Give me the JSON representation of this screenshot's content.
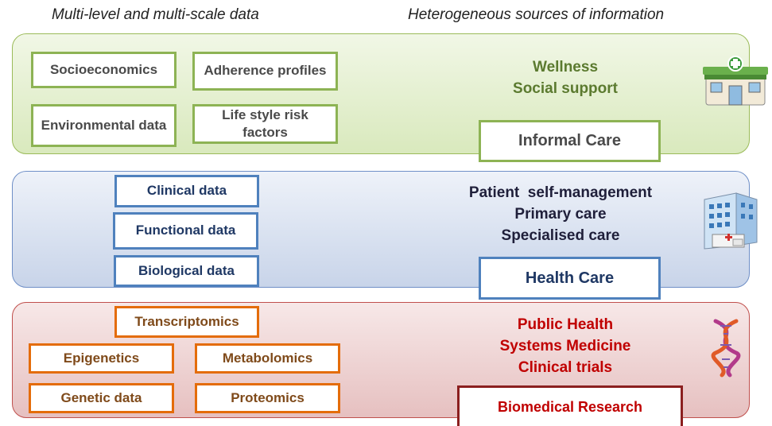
{
  "headings": {
    "left": "Multi-level and multi-scale data",
    "right": "Heterogeneous sources of information"
  },
  "bands": {
    "informal": {
      "data_boxes": [
        "Socioeconomics",
        "Adherence profiles",
        "Environmental data",
        "Life style risk factors"
      ],
      "sources": [
        "Wellness",
        "Social support"
      ],
      "care_label": "Informal Care",
      "icon": "pharmacy-building-icon"
    },
    "health": {
      "data_boxes": [
        "Clinical data",
        "Functional data",
        "Biological data"
      ],
      "sources": [
        "Patient  self-management",
        "Primary care",
        "Specialised care"
      ],
      "care_label": "Health Care",
      "icon": "hospital-icon"
    },
    "research": {
      "data_boxes": [
        "Transcriptomics",
        "Epigenetics",
        "Metabolomics",
        "Genetic data",
        "Proteomics"
      ],
      "sources": [
        "Public Health",
        "Systems Medicine",
        "Clinical trials"
      ],
      "care_label": "Biomedical Research",
      "icon": "dna-icon"
    }
  },
  "colors": {
    "informal_border": "#9bbb59",
    "health_border": "#4f81bd",
    "research_border": "#c0504d",
    "informal_text": "#5b7a2f",
    "health_text": "#1f1f3a",
    "research_text": "#c00000"
  }
}
